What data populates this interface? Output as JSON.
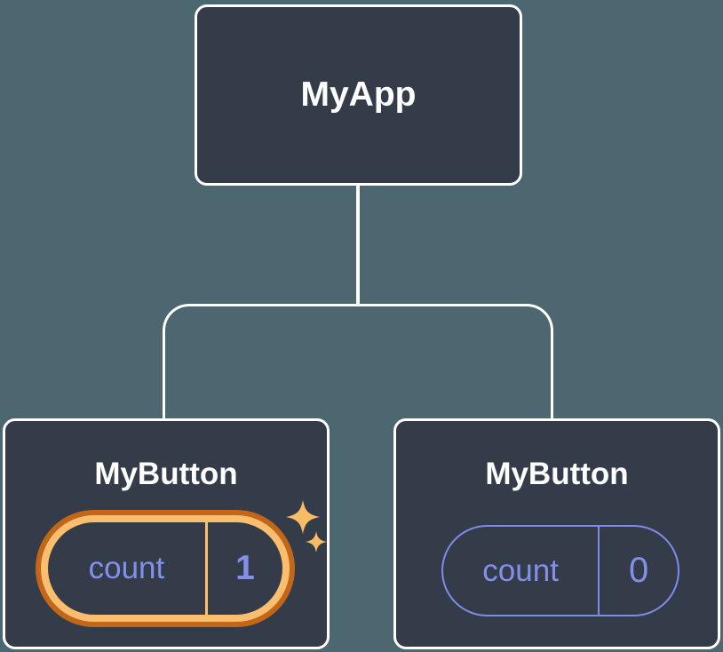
{
  "tree": {
    "root": {
      "label": "MyApp"
    },
    "children": [
      {
        "label": "MyButton",
        "state": {
          "name": "count",
          "value": "1"
        },
        "highlighted": true
      },
      {
        "label": "MyButton",
        "state": {
          "name": "count",
          "value": "0"
        },
        "highlighted": false
      }
    ]
  },
  "icons": {
    "sparkle": "four-point-star"
  },
  "colors": {
    "background": "#4D6770",
    "node_background": "#353C49",
    "node_border": "#FFFFFF",
    "connector": "#FFFFFF",
    "state_text": "#8290EA",
    "state_pill_border": "#7E8BEA",
    "highlight_ring_outer": "#C2661A",
    "highlight_ring_inner": "#FBBD6E",
    "sparkle": "#F9BC66"
  }
}
